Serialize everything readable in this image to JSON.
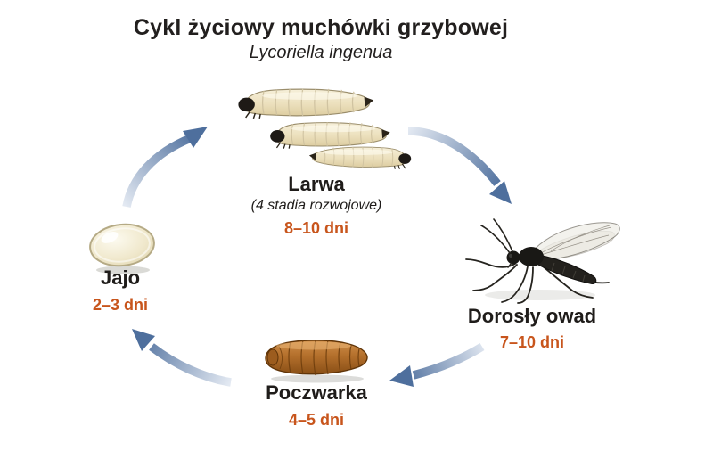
{
  "title": "Cykl życiowy muchówki grzybowej",
  "subtitle": "Lycoriella ingenua",
  "stages": {
    "larva": {
      "label": "Larwa",
      "note": "(4 stadia rozwojowe)",
      "duration": "8–10 dni"
    },
    "adult": {
      "label": "Dorosły owad",
      "duration": "7–10 dni"
    },
    "pupa": {
      "label": "Poczwarka",
      "duration": "4–5 dni"
    },
    "egg": {
      "label": "Jajo",
      "duration": "2–3 dni"
    }
  },
  "colors": {
    "duration_text": "#c8551c",
    "arrow_dark": "#4e6f9d",
    "arrow_light": "#dfe6f0",
    "title_text": "#221f1e"
  }
}
